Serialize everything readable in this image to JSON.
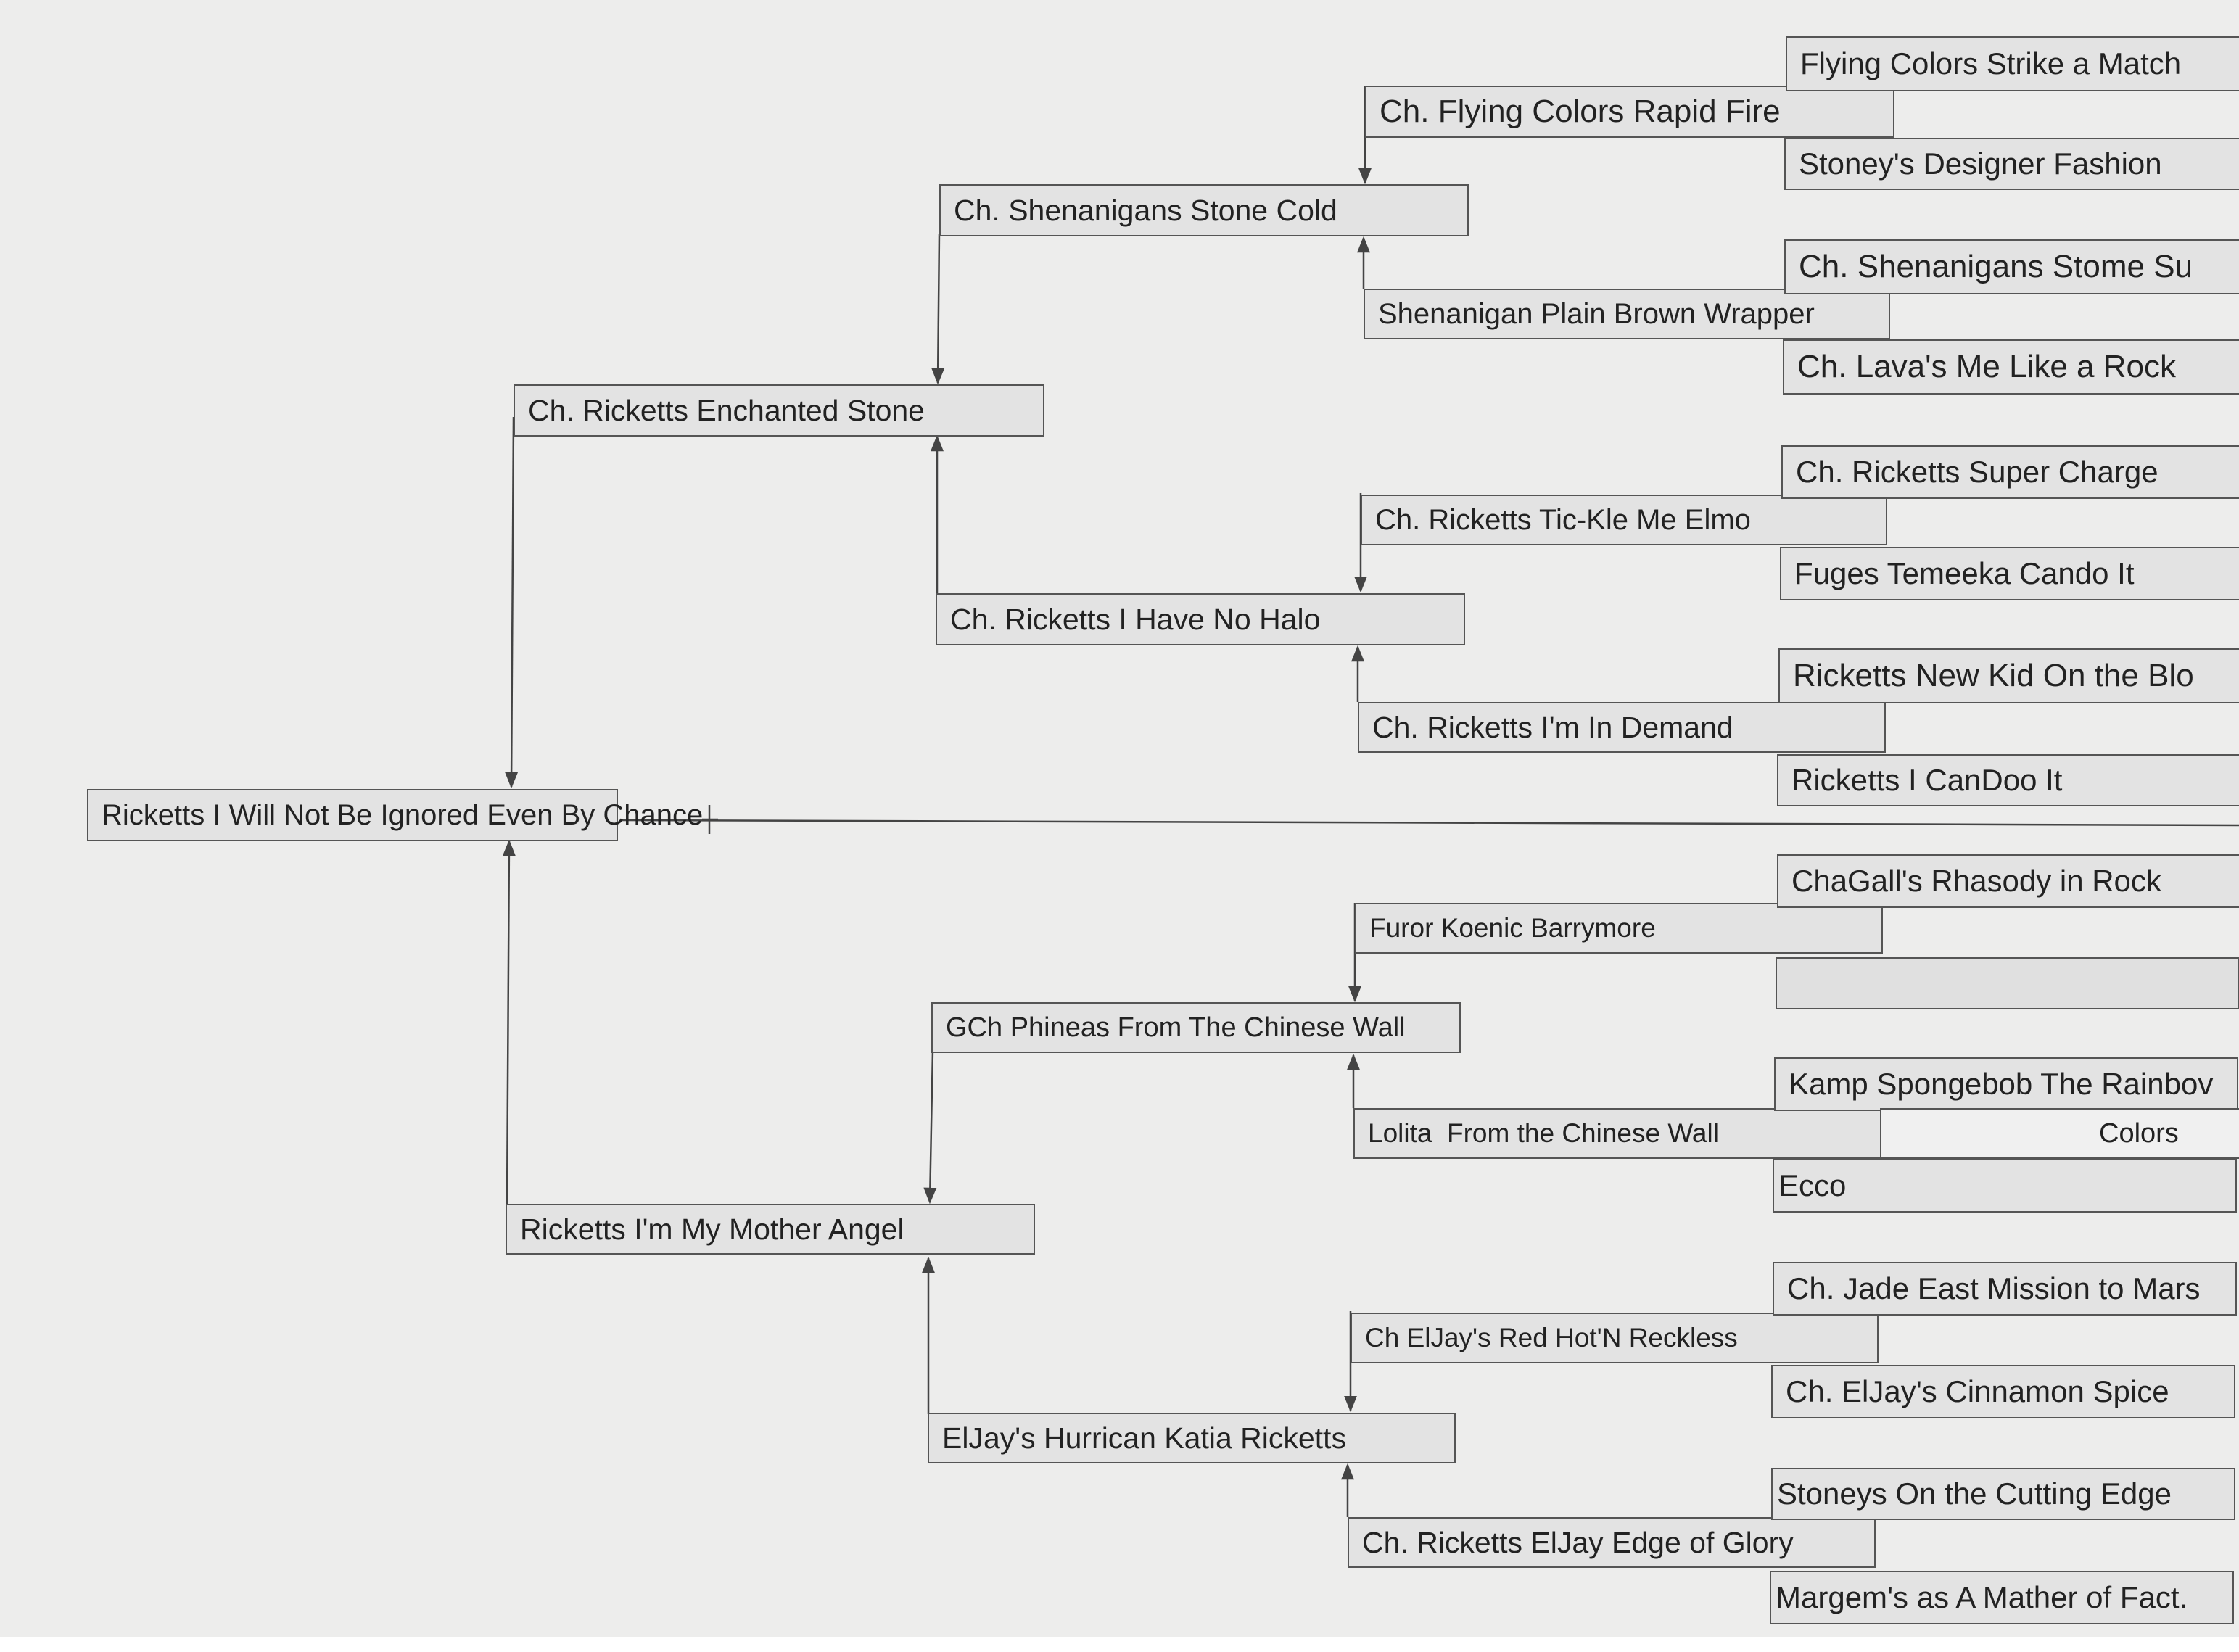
{
  "pedigree": {
    "subject": "Ricketts I Will Not Be Ignored Even By Chance",
    "sire": "Ch. Ricketts Enchanted Stone",
    "dam": "Ricketts I'm My Mother Angel",
    "sire_sire": "Ch. Shenanigans Stone Cold",
    "sire_dam": "Ch. Ricketts I Have No Halo",
    "dam_sire": "GCh Phineas From The Chinese Wall",
    "dam_dam": "ElJay's Hurrican Katia Ricketts",
    "gen3": {
      "a": "Ch. Flying Colors Rapid Fire",
      "b": "Shenanigan Plain Brown Wrapper",
      "c": "Ch. Ricketts Tic-Kle Me Elmo",
      "d": "Ch. Ricketts I'm In Demand",
      "e": "Furor Koenic Barrymore",
      "f": "Lolita  From the Chinese Wall",
      "g": "Ch ElJay's Red Hot'N Reckless",
      "h": "Ch. Ricketts ElJay Edge of Glory"
    },
    "gen4": {
      "a1": "Flying Colors Strike a Match",
      "a2": "Stoney's Designer Fashion",
      "b1": "Ch. Shenanigans Stome Su",
      "b2": "Ch. Lava's Me Like a Rock",
      "c1": "Ch. Ricketts Super Charge",
      "c2": "Fuges Temeeka Cando It",
      "d1": "Ricketts New Kid On the Blo",
      "d2": "Ricketts I CanDoo It",
      "e1": "ChaGall's Rhasody in Rock",
      "e2": "",
      "f1": "Kamp Spongebob The Rainbov",
      "f1_cont": "Colors",
      "f2": "Ecco",
      "g1": "Ch. Jade East Mission to Mars",
      "g2": "Ch. ElJay's Cinnamon Spice",
      "h1": "Stoneys On the Cutting Edge",
      "h2": "Margem's as A Mather of Fact."
    }
  },
  "colors": {
    "background": "#ededec",
    "box_fill": "#e3e3e3",
    "line": "#444444",
    "text": "#222222"
  }
}
